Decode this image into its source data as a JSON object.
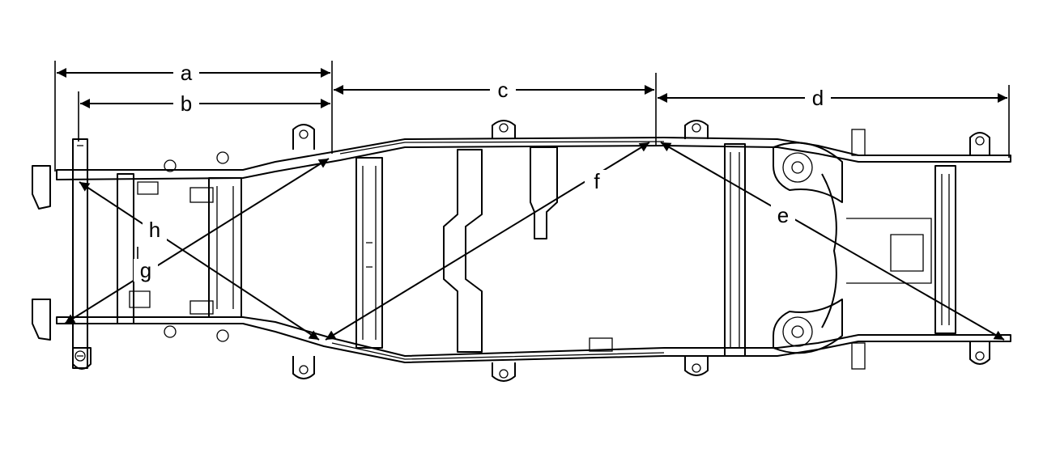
{
  "diagram": {
    "dimension_labels": {
      "a": "a",
      "b": "b",
      "c": "c",
      "d": "d",
      "e": "e",
      "f": "f",
      "g": "g",
      "h": "h"
    },
    "colors": {
      "line": "#000000",
      "background": "#ffffff"
    }
  }
}
